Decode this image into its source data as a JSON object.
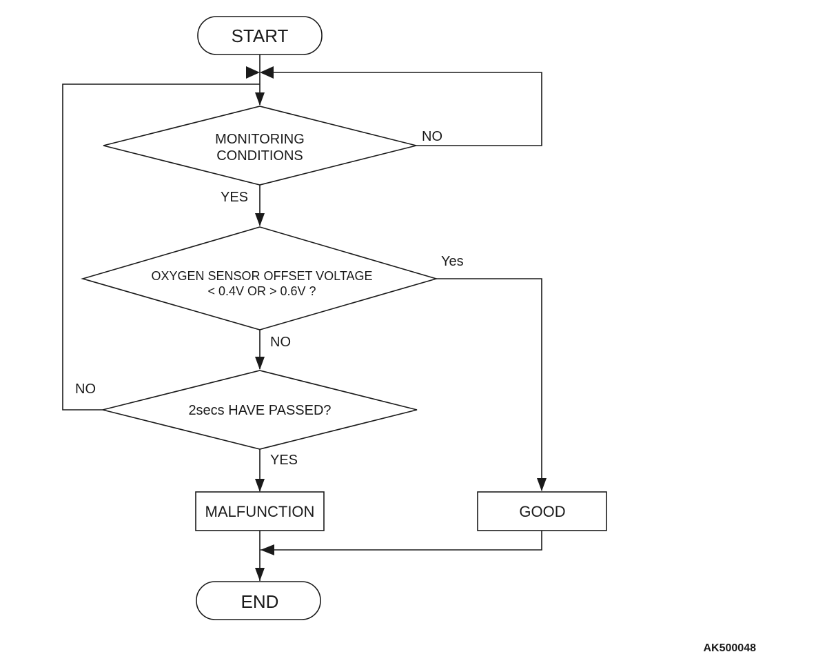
{
  "flowchart": {
    "start": "START",
    "end": "END",
    "decision_monitoring": {
      "line1": "MONITORING",
      "line2": "CONDITIONS"
    },
    "decision_offset": {
      "line1": "OXYGEN SENSOR OFFSET VOLTAGE",
      "line2": "< 0.4V OR > 0.6V ?"
    },
    "decision_time": "2secs HAVE PASSED?",
    "process_malfunction": "MALFUNCTION",
    "process_good": "GOOD",
    "edge_labels": {
      "monitoring_no": "NO",
      "monitoring_yes": "YES",
      "offset_yes": "Yes",
      "offset_no": "NO",
      "time_no": "NO",
      "time_yes": "YES"
    }
  },
  "figure_code": "AK500048"
}
